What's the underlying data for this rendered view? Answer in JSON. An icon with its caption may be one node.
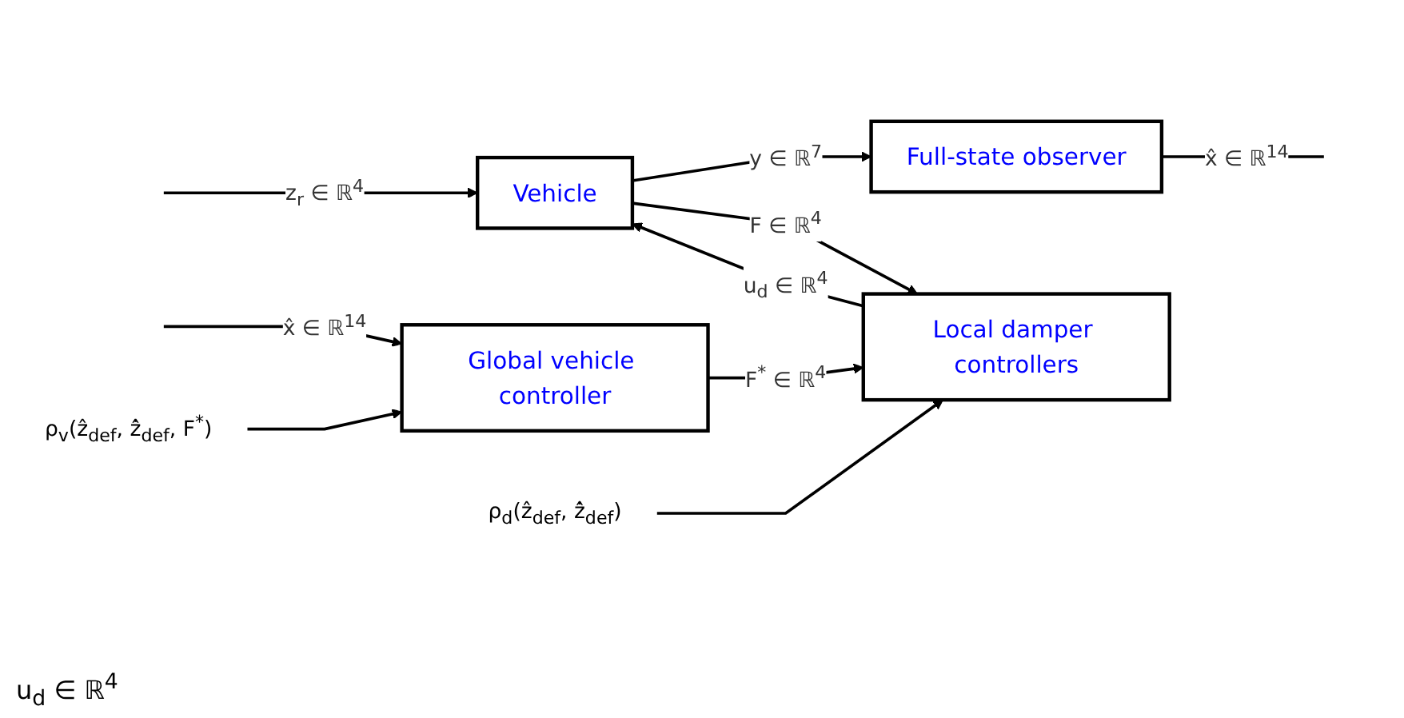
{
  "diagram": {
    "nodes": [
      {
        "text": [
          "Vehicle"
        ]
      },
      {
        "text": [
          "Full-state observer"
        ]
      },
      {
        "text": [
          "Local damper controllers"
        ]
      },
      {
        "text": [
          "Global vehicle controller"
        ]
      },
      {
        "text": [
          "ρ$_{d}$(ẑ$_{def}$, ẑ̇$_{def}$)"
        ]
      },
      {
        "text": [
          "ρ$_{v}$(ẑ$_{def}$, ẑ̇$_{def}$, F$^{*}$)"
        ]
      }
    ],
    "edges": [
      {
        "from": null,
        "to": 0,
        "arrow": "to",
        "label": "z$_{r}$ ∈ ℝ$^{4}$"
      },
      {
        "from": 0,
        "to": 1,
        "arrow": "to",
        "label": "y ∈ ℝ$^{7}$"
      },
      {
        "from": 1,
        "to": null,
        "arrow": "none",
        "label": "x̂ ∈ ℝ$^{14}$"
      },
      {
        "from": 2,
        "to": 0,
        "arrow": "to",
        "label": "u$_{d}$ ∈ ℝ$^{4}$"
      },
      {
        "from": 0,
        "to": 2,
        "arrow": "to",
        "label": "F ∈ ℝ$^{4}$"
      },
      {
        "from": 3,
        "to": 2,
        "arrow": "to",
        "label": "F$^{*}$ ∈ ℝ$^{4}$"
      },
      {
        "from": null,
        "to": 3,
        "arrow": "to",
        "label": "x̂ ∈ ℝ$^{14}$"
      },
      {
        "from": 4,
        "to": 2,
        "arrow": "to"
      },
      {
        "from": 5,
        "to": 3,
        "arrow": "to"
      }
    ],
    "labels": [
      "u$_{d}$ ∈ ℝ$^{4}$"
    ]
  }
}
